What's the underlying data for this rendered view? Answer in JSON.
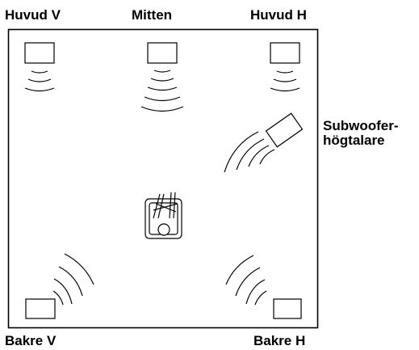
{
  "labels": {
    "front_left": "Huvud V",
    "center": "Mitten",
    "front_right": "Huvud H",
    "subwoofer_line1": "Subwoofer-",
    "subwoofer_line2": "högtalare",
    "rear_left": "Bakre V",
    "rear_right": "Bakre H"
  },
  "colors": {
    "line": "#000000",
    "background": "#ffffff"
  }
}
